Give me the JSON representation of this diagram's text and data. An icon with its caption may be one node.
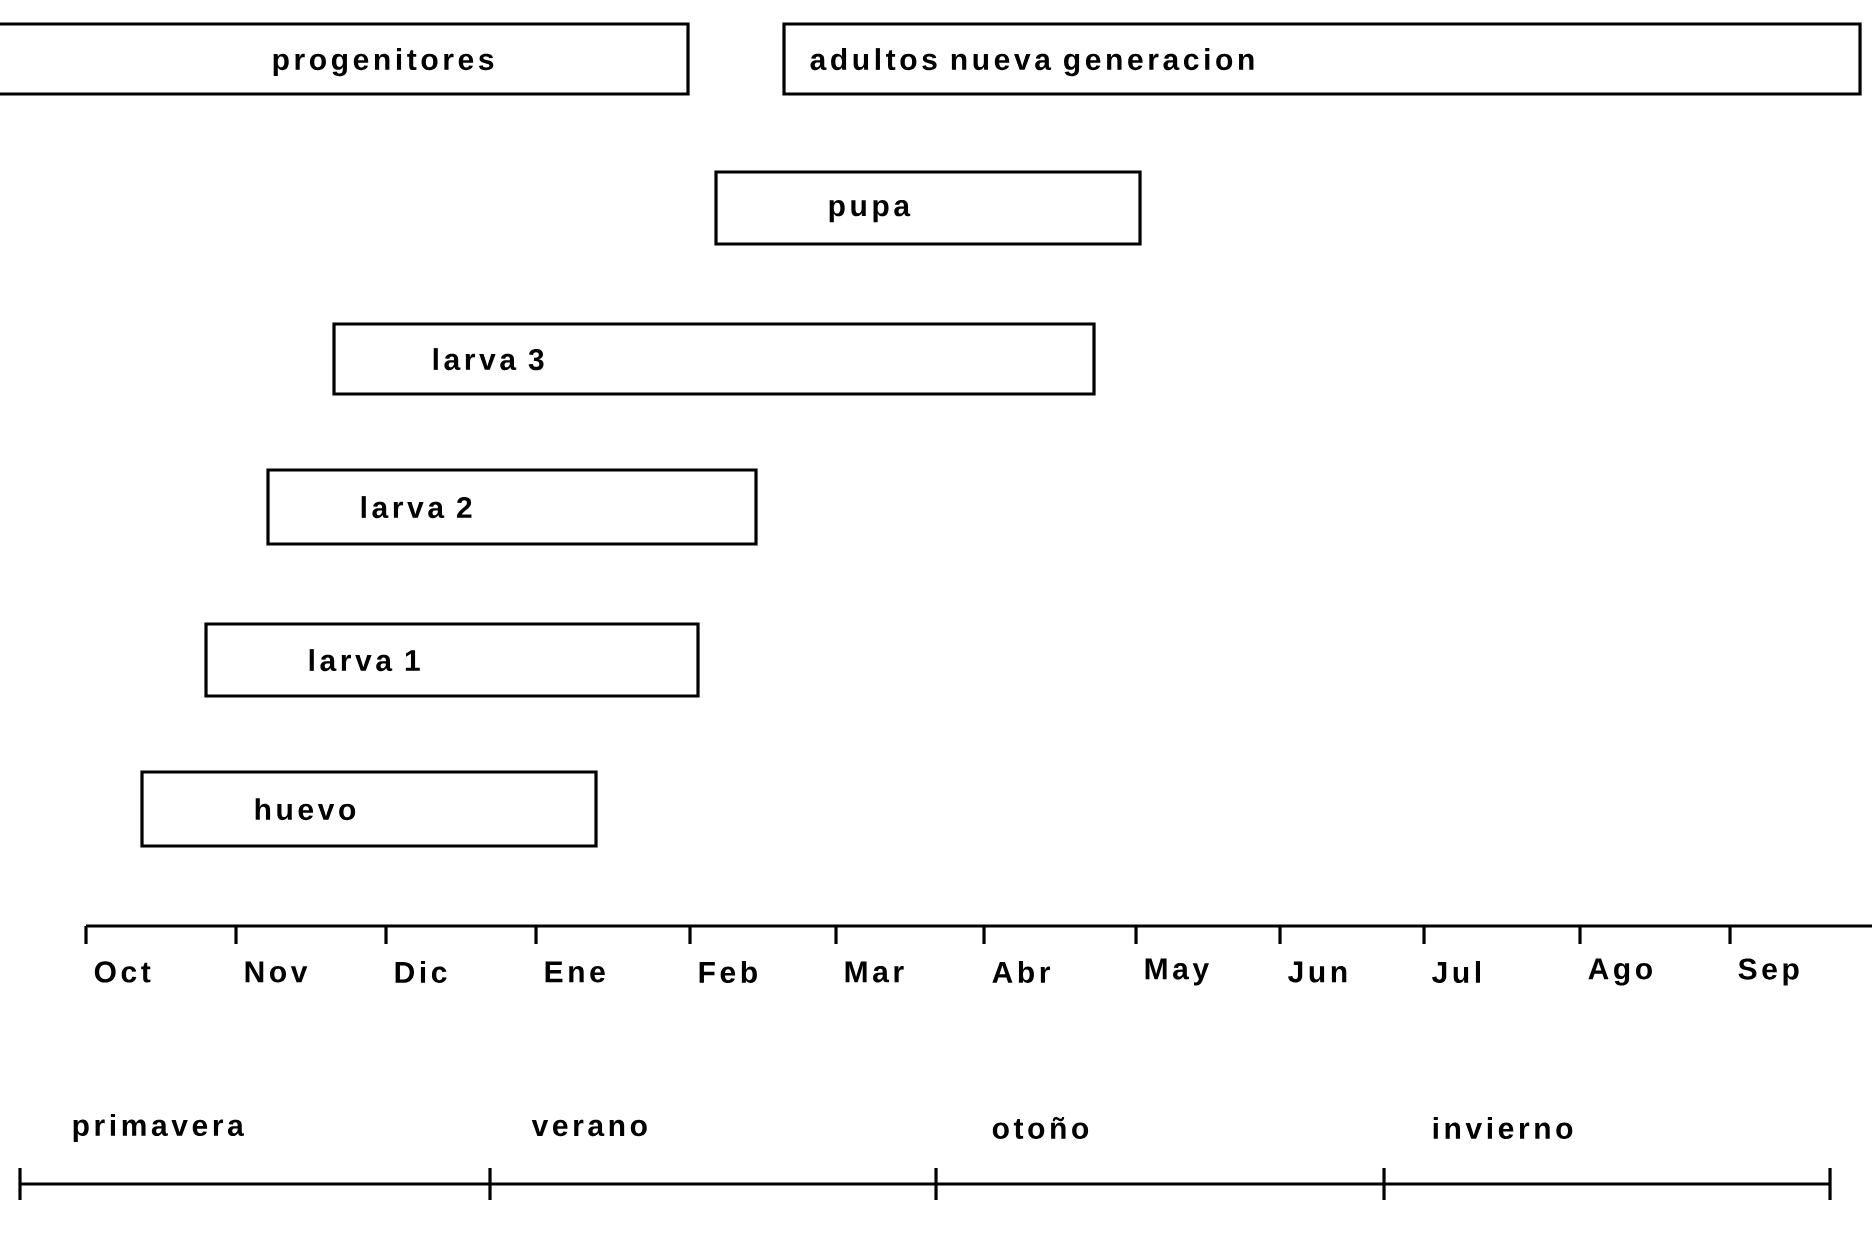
{
  "diagram": {
    "nodes": [
      {
        "text": [
          "progenitores"
        ]
      },
      {
        "text": [
          "adultos nueva generacion"
        ]
      },
      {
        "text": [
          "pupa"
        ]
      },
      {
        "text": [
          "larva 3"
        ]
      },
      {
        "text": [
          "larva 2"
        ]
      },
      {
        "text": [
          "larva 1"
        ]
      },
      {
        "text": [
          "huevo"
        ]
      }
    ],
    "labels": [
      "Oct",
      "Nov",
      "Dic",
      "Ene",
      "Feb",
      "Mar",
      "Abr",
      "May",
      "Jun",
      "Jul",
      "Ago",
      "Sep",
      "primavera",
      "verano",
      "otoño",
      "invierno"
    ]
  }
}
